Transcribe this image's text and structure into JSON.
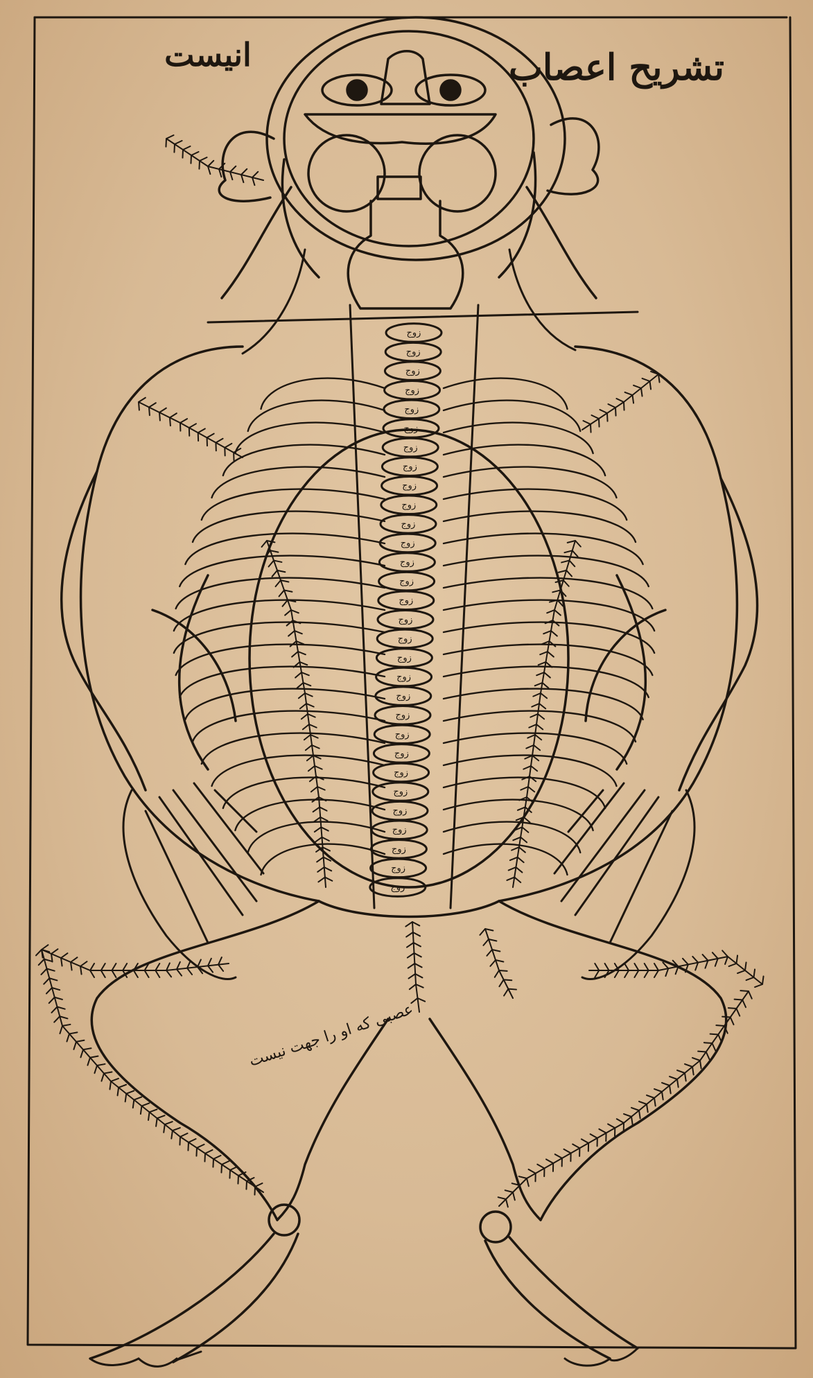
{
  "page": {
    "colors": {
      "paper": "#d9bd9a",
      "ink": "#1e1710"
    }
  },
  "plate": {
    "title_right": "تشریح اعصاب",
    "title_left": "انیست",
    "vertebra_label": "زوج",
    "annotation_bottom": "عصبی که او را جهت نیست"
  }
}
